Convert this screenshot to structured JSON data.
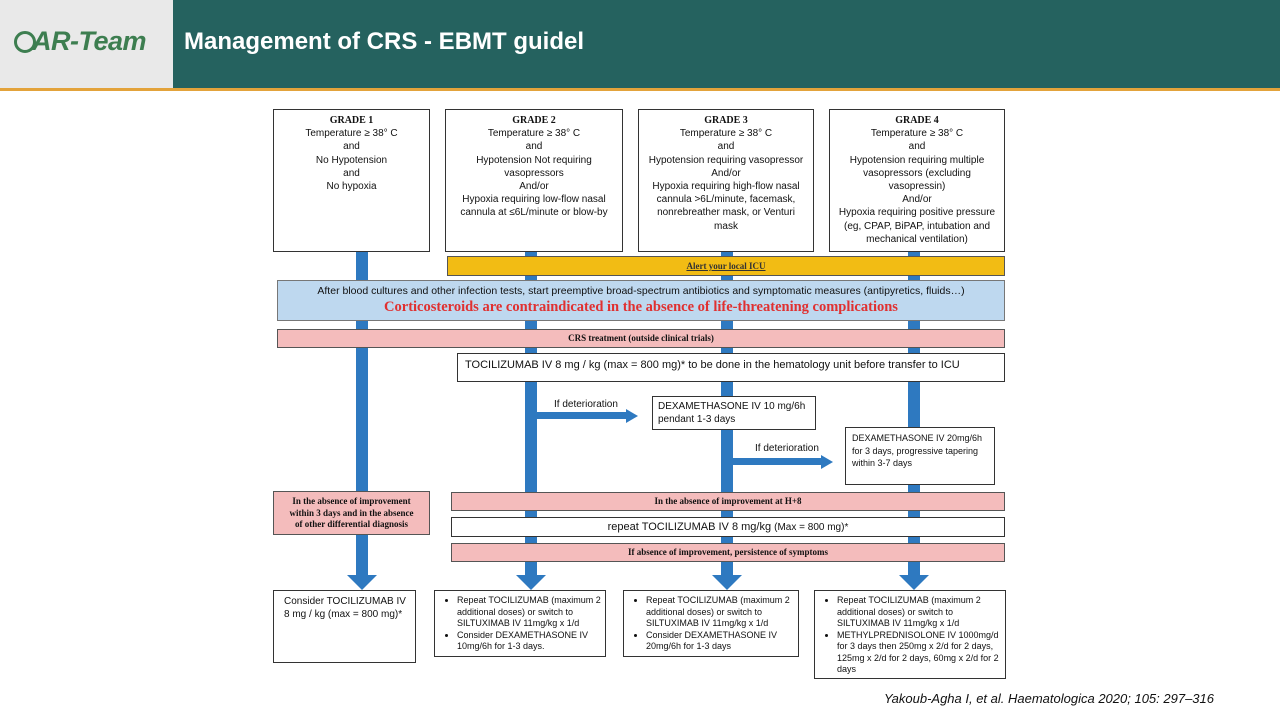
{
  "header": {
    "logo_text": "CAR-Team",
    "logo_main": "AR-Team",
    "title": "Management of CRS - EBMT guidel"
  },
  "grades": [
    {
      "title": "GRADE 1",
      "lines": [
        "Temperature ≥ 38° C",
        "and",
        "No Hypotension",
        "and",
        "No hypoxia"
      ]
    },
    {
      "title": "GRADE 2",
      "lines": [
        "Temperature ≥ 38° C",
        "and",
        "Hypotension Not requiring",
        "vasopressors",
        "And/or",
        "Hypoxia requiring low-flow nasal",
        "cannula at ≤6L/minute or blow-by"
      ]
    },
    {
      "title": "GRADE 3",
      "lines": [
        "Temperature ≥ 38° C",
        "and",
        "Hypotension requiring vasopressor",
        "And/or",
        "Hypoxia requiring high-flow nasal",
        "cannula >6L/minute, facemask,",
        "nonrebreather mask, or Venturi",
        "mask"
      ]
    },
    {
      "title": "GRADE 4",
      "lines": [
        "Temperature ≥ 38° C",
        "and",
        "Hypotension requiring multiple",
        "vasopressors (excluding",
        "vasopressin)",
        "And/or",
        "Hypoxia requiring positive pressure",
        "(eg, CPAP, BiPAP, intubation and",
        "mechanical ventilation)"
      ]
    }
  ],
  "bands": {
    "alert_icu": "Alert your local ICU",
    "initial_measures": "After blood cultures and other infection tests, start preemptive broad-spectrum antibiotics and symptomatic measures (antipyretics, fluids…)",
    "corticosteroid_warning": "Corticosteroids are contraindicated in the absence of life-threatening complications",
    "crs_treatment": "CRS treatment (outside clinical trials)",
    "tocilizumab_first": "TOCILIZUMAB IV 8 mg / kg (max = 800 mg)* to be done in the hematology unit before transfer to ICU",
    "absence_improvement_h8": "In the absence of improvement at H+8",
    "repeat_tocilizumab": "repeat TOCILIZUMAB IV 8 mg/kg",
    "repeat_tocilizumab_max": "(Max = 800 mg)*",
    "persistence": "If absence of improvement, persistence of symptoms"
  },
  "deterioration": {
    "label_grade2": "If  deterioration",
    "label_grade3": "If deterioration",
    "dexa_grade3": [
      "DEXAMETHASONE IV 10 mg/6h",
      "pendant 1-3 days"
    ],
    "dexa_grade4": [
      "DEXAMETHASONE IV 20mg/6h",
      "for 3 days, progressive tapering",
      "within 3-7 days"
    ]
  },
  "grade1_improvement": [
    "In the absence of improvement",
    "within 3 days and in the absence",
    "of other differential diagnosis"
  ],
  "outcomes": {
    "grade1": "Consider TOCILIZUMAB IV 8 mg / kg (max = 800 mg)*",
    "grade2": [
      "Repeat TOCILIZUMAB (maximum 2 additional doses) or switch to SILTUXIMAB IV 11mg/kg x 1/d",
      "Consider DEXAMETHASONE IV 10mg/6h for 1-3 days."
    ],
    "grade3": [
      "Repeat TOCILIZUMAB (maximum 2 additional doses) or switch to SILTUXIMAB IV 11mg/kg x 1/d",
      "Consider DEXAMETHASONE IV 20mg/6h for 1-3 days"
    ],
    "grade4": [
      "Repeat TOCILIZUMAB (maximum 2 additional doses) or switch to SILTUXIMAB IV 11mg/kg x 1/d",
      "METHYLPREDNISOLONE IV 1000mg/d for 3 days then 250mg x 2/d for 2 days, 125mg x 2/d for 2 days, 60mg x 2/d for 2 days"
    ]
  },
  "citation": "Yakoub-Agha I, et al. Haematologica 2020; 105: 297–316",
  "colors": {
    "header_bg": "#25625f",
    "accent_line": "#e3a33b",
    "arrow_blue": "#2e79c0",
    "pink": "#f4bcbc",
    "yellow": "#f2bc14",
    "light_blue": "#bed8ef",
    "warning_red": "#e03030"
  }
}
